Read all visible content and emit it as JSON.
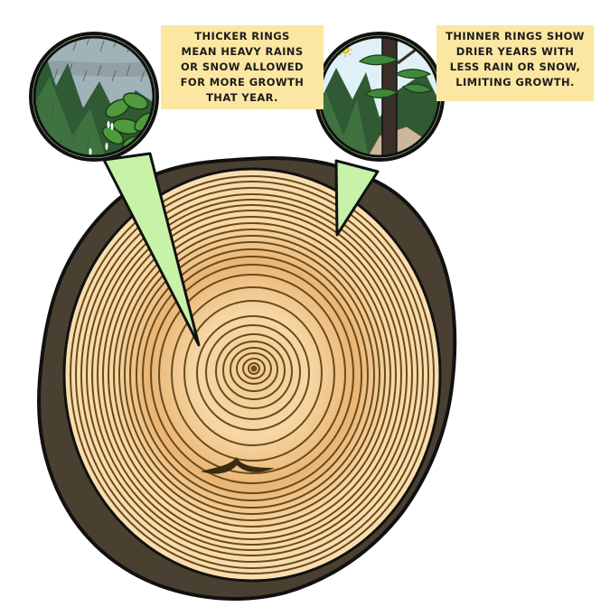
{
  "diagram": {
    "subject": "Tree ring cross-section",
    "callouts": [
      {
        "id": "thick-rings",
        "lines": [
          "Thicker rings",
          "mean heavy rains",
          "or snow allowed",
          "for more growth",
          "that year."
        ],
        "scene": "rainy-forest",
        "pointer_target": "inner-thick-ring"
      },
      {
        "id": "thin-rings",
        "lines": [
          "Thinner rings show",
          "drier years with",
          "less rain or snow,",
          "limiting growth."
        ],
        "scene": "sunny-dry-forest",
        "pointer_target": "outer-thin-rings"
      }
    ]
  },
  "colors": {
    "callout_fill": "#fbe7a1",
    "pointer_fill": "#c8f2a8",
    "outline": "#111111",
    "bark": "#4a4032",
    "wood_light": "#f7d6a3",
    "wood_dark": "#e9b26e",
    "ring_line": "#6b4a1a",
    "rain_sky": "#9fb3b8",
    "dry_sky": "#dff0f7",
    "forest_dark": "#2f5a34",
    "forest_mid": "#3e7340",
    "leaf": "#4e9a3c",
    "trunk": "#3b2f2a",
    "sun": "#f3d23a"
  }
}
